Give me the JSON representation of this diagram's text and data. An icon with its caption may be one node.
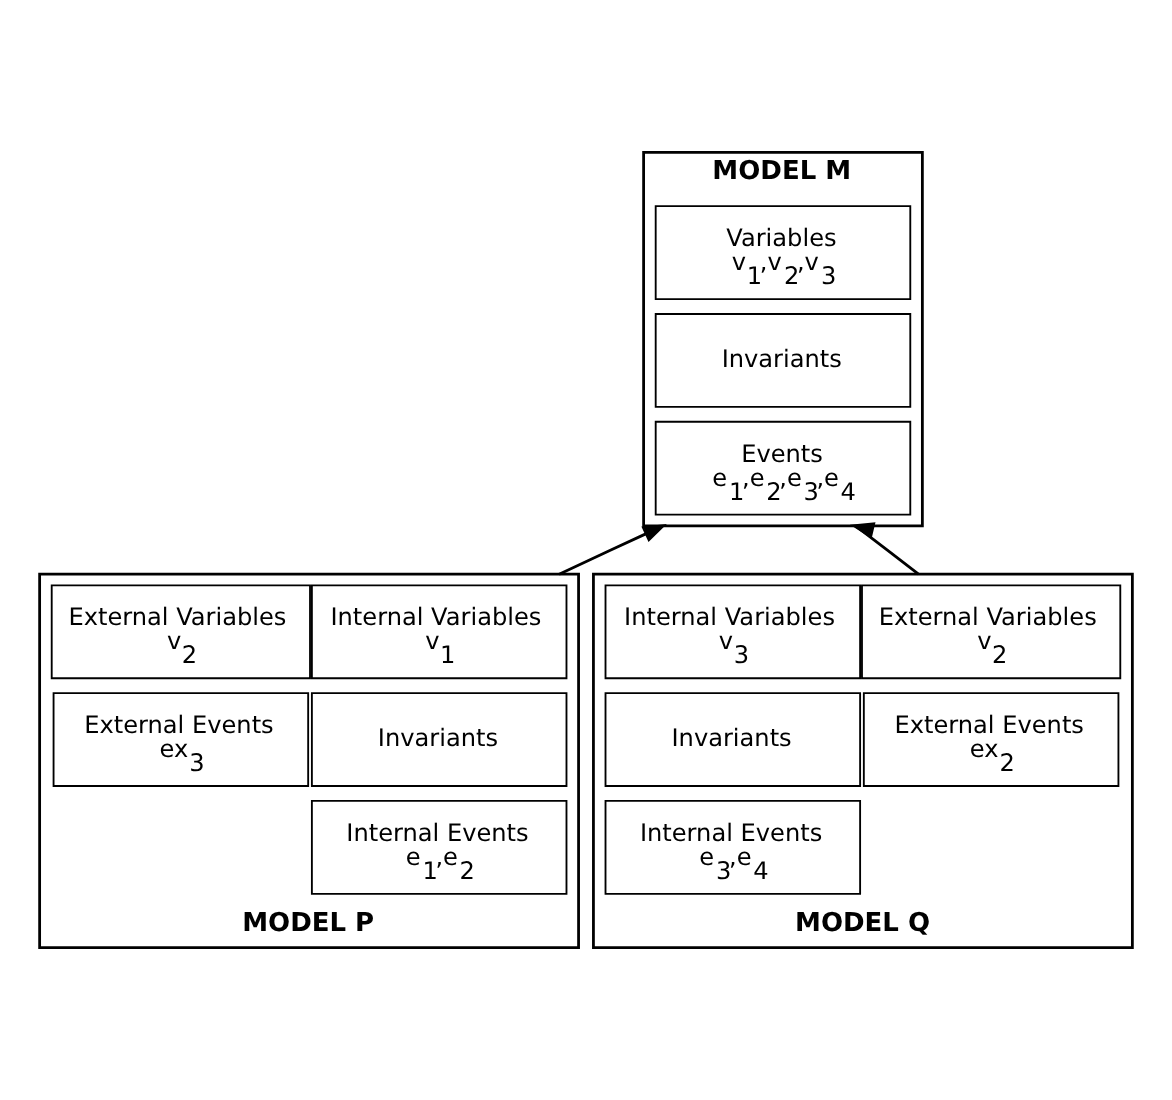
{
  "diagram": {
    "nodes": [
      {
        "text": [
          "MODEL M"
        ]
      },
      {
        "text": [
          "Variables",
          "v$_{1}$,v$_{2}$,v$_{3}$"
        ],
        "in": 0
      },
      {
        "text": [
          "Invariants"
        ],
        "in": 0
      },
      {
        "text": [
          "Events",
          "e$_{1}$,e$_{2}$,e$_{3}$,e$_{4}$"
        ],
        "in": 0
      },
      {
        "text": [
          "MODEL P"
        ]
      },
      {
        "text": [
          "Internal Variables",
          "v$_{1}$"
        ],
        "in": 4
      },
      {
        "text": [
          "Invariants"
        ],
        "in": 4
      },
      {
        "text": [
          "Internal Events",
          "e$_{1}$,e$_{2}$"
        ],
        "in": 4
      },
      {
        "text": [
          "External Variables",
          "v$_{2}$"
        ],
        "in": 4
      },
      {
        "text": [
          "External Events",
          "ex$_{3}$"
        ],
        "in": 4
      },
      {
        "text": [
          "MODEL Q"
        ]
      },
      {
        "text": [
          "External Variables",
          "v$_{2}$"
        ],
        "in": 10
      },
      {
        "text": [
          "External Events",
          "ex$_{2}$"
        ],
        "in": 10
      },
      {
        "text": [
          "Internal Variables",
          "v$_{3}$"
        ],
        "in": 10
      },
      {
        "text": [
          "Invariants"
        ],
        "in": 10
      },
      {
        "text": [
          "Internal Events",
          "e$_{3}$,e$_{4}$"
        ],
        "in": 10
      }
    ],
    "edges": [
      {
        "from": 4,
        "to": 0,
        "arrow": "to"
      },
      {
        "from": 10,
        "to": 0,
        "arrow": "to"
      }
    ]
  }
}
